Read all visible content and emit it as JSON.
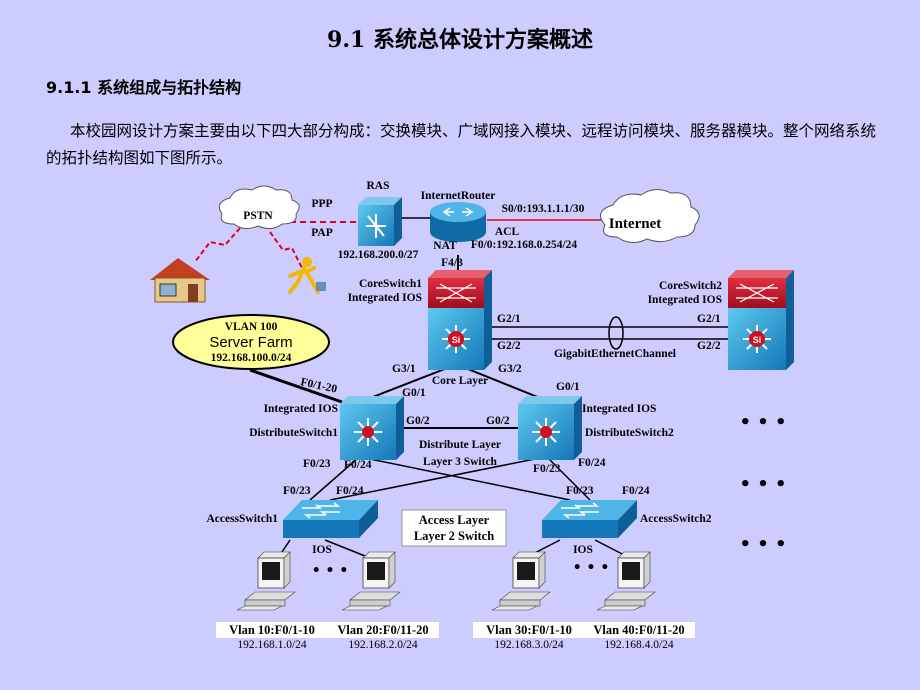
{
  "title": "9.1  系统总体设计方案概述",
  "subtitle": "9.1.1  系统组成与拓扑结构",
  "paragraph": "本校园网设计方案主要由以下四大部分构成：交换模块、广域网接入模块、远程访问模块、服务器模块。整个网络系统的拓扑结构图如下图所示。",
  "colors": {
    "background": "#CCCCFF",
    "cloud": "#FFFFFF",
    "server_farm": "#FFFF99",
    "switch_blue": "#1E90D0",
    "router_red": "#C0102A",
    "link_red": "#E0001B"
  },
  "diagram": {
    "cloud_pstn": "PSTN",
    "cloud_internet": "Internet",
    "ras": "RAS",
    "ras_ip": "192.168.200.0/27",
    "ppp": "PPP",
    "pap": "PAP",
    "router": "InternetRouter",
    "s0": "S0/0:193.1.1.1/30",
    "acl": "ACL",
    "nat": "NAT",
    "f00": "F0/0:192.168.0.254/24",
    "f43": "F4/3",
    "core1_a": "CoreSwitch1",
    "core1_b": "Integrated IOS",
    "core2_a": "CoreSwitch2",
    "core2_b": "Integrated IOS",
    "g21_left": "G2/1",
    "g22_left": "G2/2",
    "g21_right": "G2/1",
    "g22_right": "G2/2",
    "etherchannel": "GigabitEthernetChannel",
    "vlan100": "VLAN 100",
    "server_farm": "Server Farm",
    "server_ip": "192.168.100.0/24",
    "f01_20": "F0/1-20",
    "g31": "G3/1",
    "g32": "G3/2",
    "core_layer": "Core Layer",
    "g01_left": "G0/1",
    "g01_right": "G0/1",
    "dist1_ios": "Integrated IOS",
    "dist1": "DistributeSwitch1",
    "dist2_ios": "Integrated IOS",
    "dist2": "DistributeSwitch2",
    "g02_left": "G0/2",
    "g02_right": "G0/2",
    "dist_layer": "Distribute Layer",
    "layer3": "Layer 3 Switch",
    "f023_d1": "F0/23",
    "f024_d1": "F0/24",
    "f023_d2": "F0/23",
    "f024_d2": "F0/24",
    "f023_a1": "F0/23",
    "f024_a1": "F0/24",
    "f023_a2": "F0/23",
    "f024_a2": "F0/24",
    "access1": "AccessSwitch1",
    "access2": "AccessSwitch2",
    "access_layer": "Access Layer",
    "layer2": "Layer 2 Switch",
    "ios_left": "IOS",
    "ios_right": "IOS",
    "dots": "• • •",
    "vlan10": "Vlan 10:F0/1-10",
    "vlan10_ip": "192.168.1.0/24",
    "vlan20": "Vlan 20:F0/11-20",
    "vlan20_ip": "192.168.2.0/24",
    "vlan30": "Vlan 30:F0/1-10",
    "vlan30_ip": "192.168.3.0/24",
    "vlan40": "Vlan 40:F0/11-20",
    "vlan40_ip": "192.168.4.0/24"
  }
}
